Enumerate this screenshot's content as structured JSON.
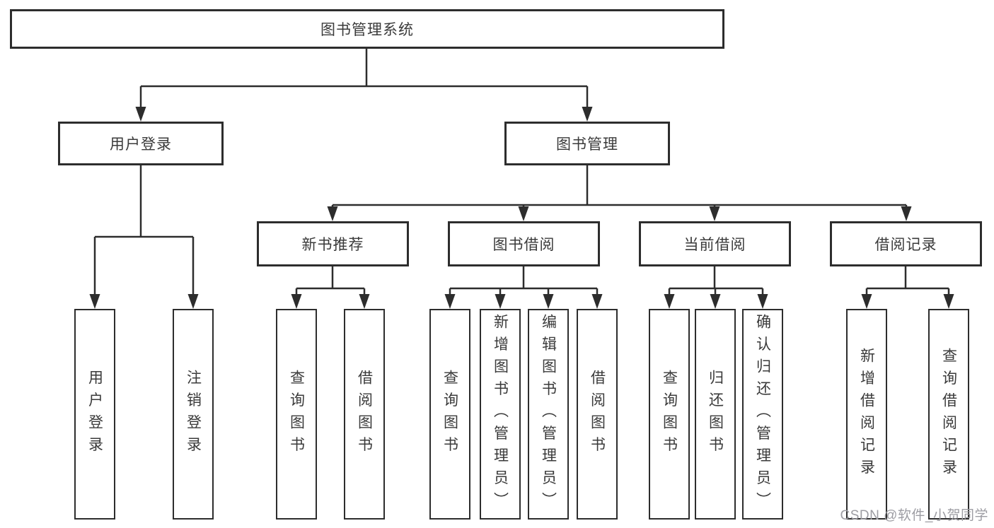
{
  "diagram": {
    "root": {
      "label": "图书管理系统"
    },
    "branches": [
      {
        "label": "用户登录",
        "children": [
          "用户登录",
          "注销登录"
        ]
      },
      {
        "label": "图书管理",
        "sections": [
          {
            "label": "新书推荐",
            "children": [
              "查询图书",
              "借阅图书"
            ]
          },
          {
            "label": "图书借阅",
            "children": [
              "查询图书",
              "新增图书（管理员）",
              "编辑图书（管理员）",
              "借阅图书"
            ]
          },
          {
            "label": "当前借阅",
            "children": [
              "查询图书",
              "归还图书",
              "确认归还（管理员）"
            ]
          },
          {
            "label": "借阅记录",
            "children": [
              "新增借阅记录",
              "查询借阅记录"
            ]
          }
        ]
      }
    ]
  },
  "watermark": "CSDN @软件_小贺同学",
  "colors": {
    "line": "#2d2d2d",
    "border": "#2d2d2d",
    "text": "#3a3a3a",
    "background": "#ffffff",
    "watermark": "#9d9da3"
  }
}
